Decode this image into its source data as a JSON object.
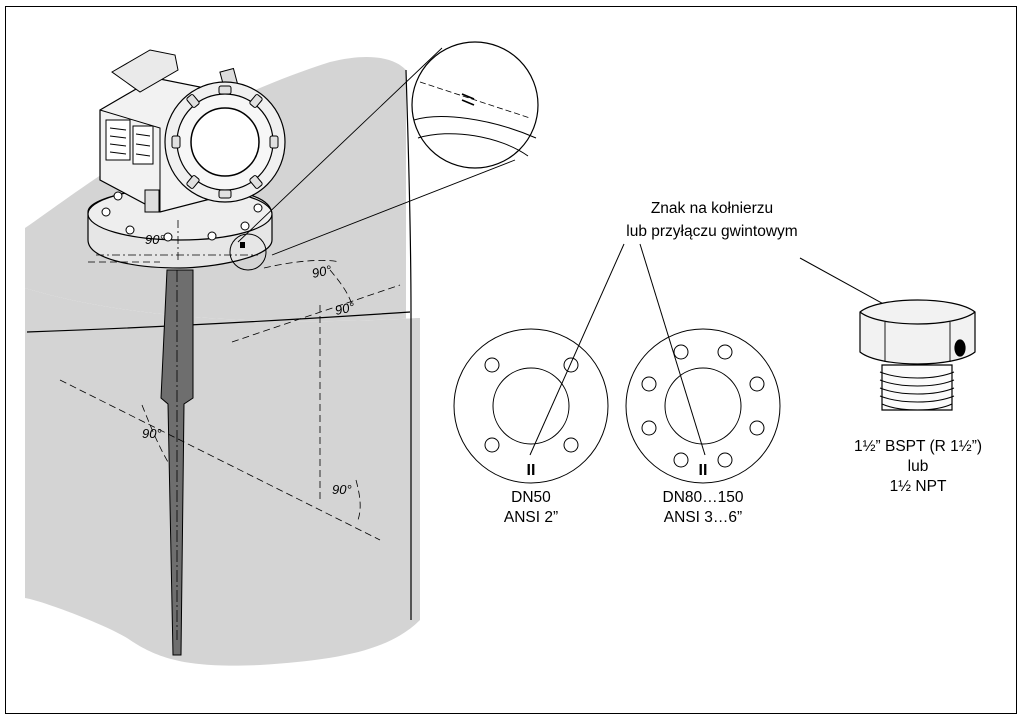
{
  "callout": {
    "line1": "Znak na kołnierzu",
    "line2": "lub przyłączu gwintowym"
  },
  "flanges": [
    {
      "size": "DN50",
      "standard": "ANSI 2”",
      "marker": "II"
    },
    {
      "size": "DN80…150",
      "standard": "ANSI 3…6”",
      "marker": "II"
    }
  ],
  "thread": {
    "line1": "1½” BSPT (R 1½”)",
    "line2": "lub",
    "line3": "1½ NPT"
  },
  "angles": {
    "flange_top": "90°",
    "tank_upper_a": "90°",
    "tank_upper_b": "90°",
    "probe_left": "90°",
    "probe_lower": "90°"
  },
  "colors": {
    "tank_fill": "#d4d4d4",
    "probe_fill": "#6e6e6e",
    "line": "#000000"
  }
}
